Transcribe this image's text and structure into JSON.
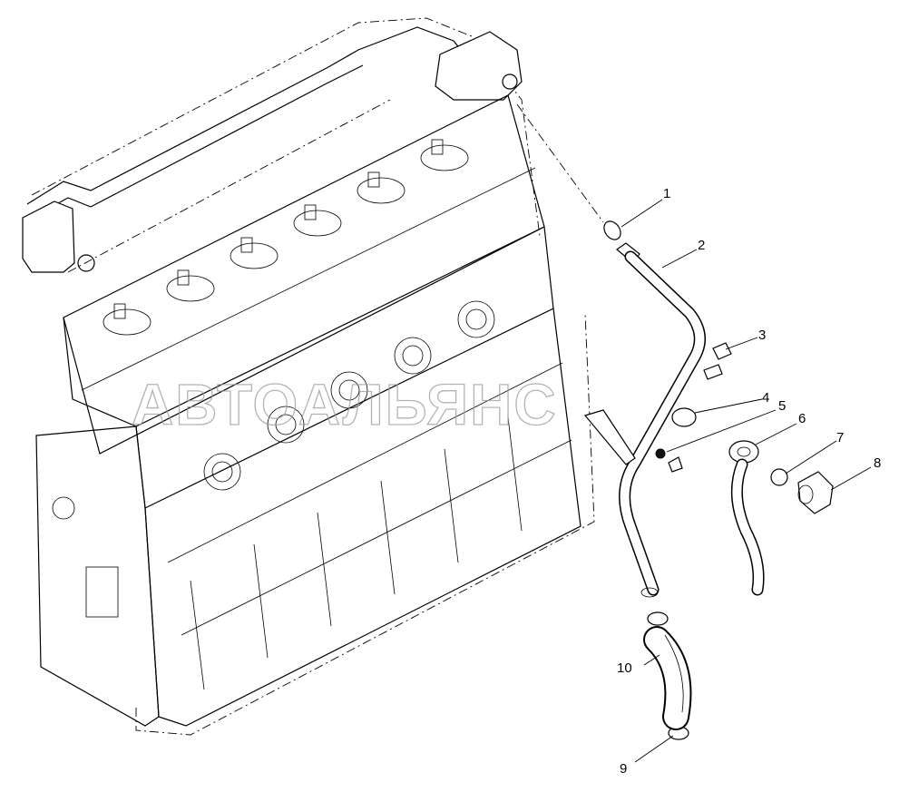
{
  "watermark": "АВТОАЛЬЯНС",
  "callouts": [
    "1",
    "2",
    "3",
    "4",
    "5",
    "6",
    "7",
    "8",
    "9",
    "10"
  ],
  "colors": {
    "line": "#000000",
    "background": "#ffffff",
    "watermark": "#9a9a9a"
  }
}
